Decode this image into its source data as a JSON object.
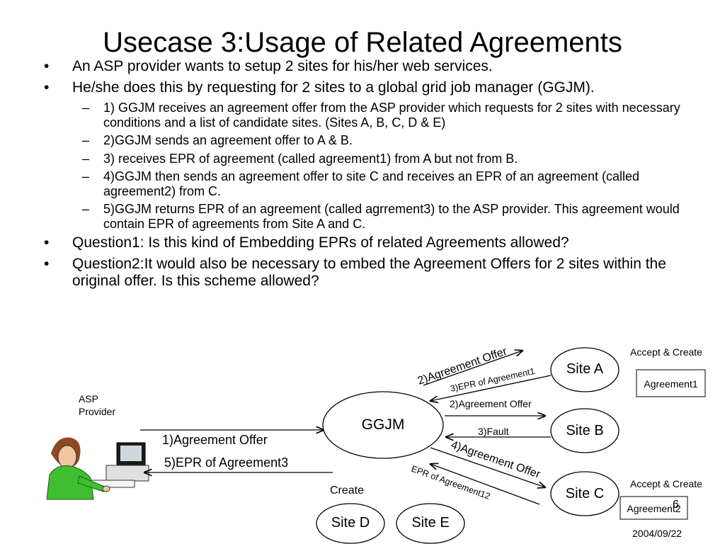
{
  "title": "Usecase 3:Usage of Related Agreements",
  "bullets": [
    "An ASP provider wants to setup 2 sites for his/her web services.",
    "He/she does this by requesting for 2 sites to a global grid job manager (GGJM)."
  ],
  "sub_bullets": [
    "1) GGJM receives an agreement offer from the ASP provider which requests for 2 sites with necessary conditions and a list of candidate sites. (Sites A, B, C, D & E)",
    "2)GGJM sends an agreement offer to A & B.",
    "3) receives EPR of  agreement (called agreement1) from A but not from B.",
    "4)GGJM then sends an agreement offer to site C and receives an EPR of an agreement (called agreement2) from C.",
    "5)GGJM returns EPR of an agreement (called agrrement3) to the ASP provider. This agreement  would contain EPR of agreements from Site A and C."
  ],
  "questions": [
    "Question1: Is  this kind of Embedding EPRs of related Agreements allowed?",
    "Question2:It would also be necessary to embed the Agreement Offers for 2 sites within the original offer. Is this scheme allowed?"
  ],
  "bullet_mark": "•",
  "dash_mark": "–",
  "diagram": {
    "asp_provider": "ASP\nProvider",
    "ggjm": "GGJM",
    "site_a": "Site A",
    "site_b": "Site B",
    "site_c": "Site C",
    "site_d": "Site D",
    "site_e": "Site E",
    "msg_offer_asp": "1)Agreement Offer",
    "msg_epr3": "5)EPR of Agreement3",
    "msg_offer_a": "2)Agreement Offer",
    "msg_epr1": "3)EPR of Agreement1",
    "msg_offer_b": "2)Agreement Offer",
    "msg_fault": "3)Fault",
    "msg_offer_c": "4)Agreement Offer",
    "msg_epr12": "EPR of Agreement12",
    "accept_create_a": "Accept & Create",
    "accept_create_c": "Accept & Create",
    "create": "Create",
    "agreement1": "Agreement1",
    "agreement2": "Agreement2"
  },
  "slide_number": "6",
  "date": "2004/09/22"
}
